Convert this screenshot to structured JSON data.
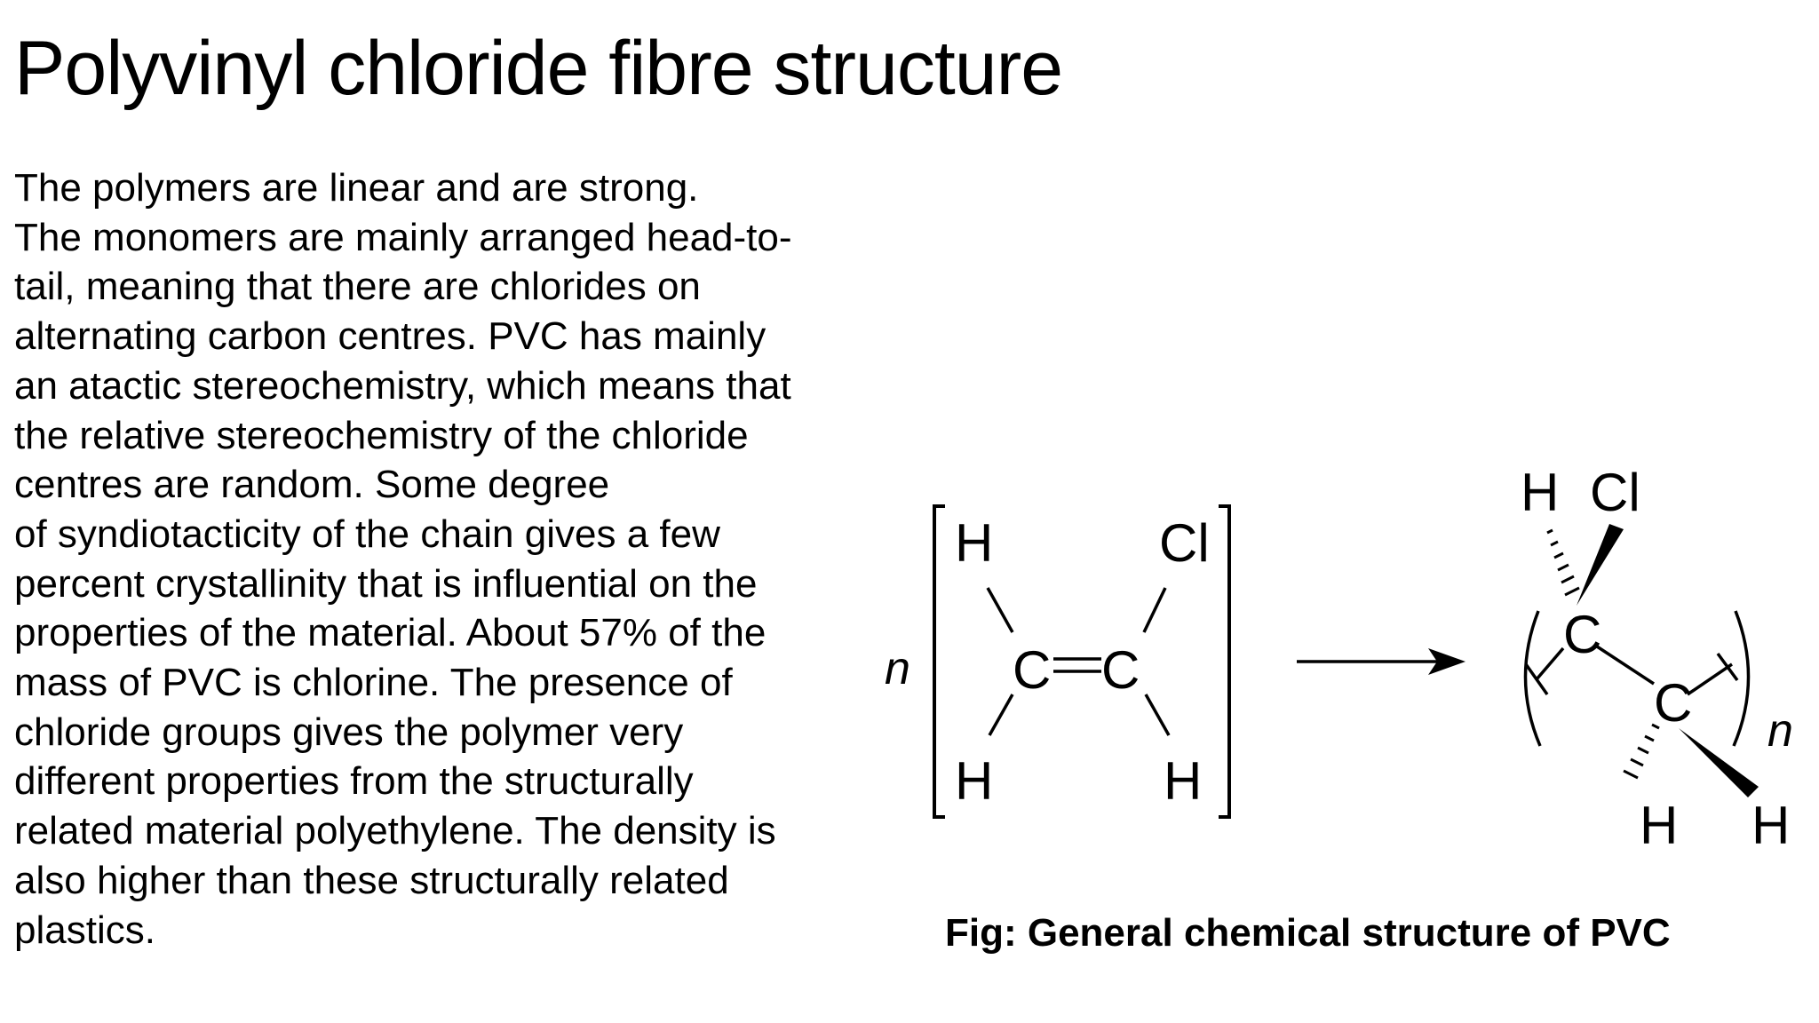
{
  "slide": {
    "title": "Polyvinyl chloride fibre structure",
    "body_lines": [
      "The polymers are linear and are strong.",
      "The monomers are mainly arranged head-to-",
      "tail, meaning that there are chlorides on",
      "alternating carbon centres. PVC has mainly",
      "an atactic stereochemistry, which means that",
      "the relative stereochemistry of the chloride",
      "centres are random. Some degree",
      "of syndiotacticity of the chain gives a few",
      "percent crystallinity that is influential on the",
      "properties of the material. About 57% of the",
      "mass of PVC is chlorine. The presence of",
      "chloride groups gives the polymer very",
      "different properties from the structurally",
      "related material polyethylene. The density is",
      "also higher than these structurally related",
      "plastics."
    ],
    "caption": "Fig: General chemical structure of PVC"
  },
  "figure": {
    "monomer": {
      "multiplier": "n",
      "top_left": "H",
      "top_right": "Cl",
      "carbon_left": "C",
      "carbon_right": "C",
      "bottom_left": "H",
      "bottom_right": "H"
    },
    "polymer": {
      "top_left": "H",
      "top_right": "Cl",
      "carbon_upper": "C",
      "carbon_lower": "C",
      "subscript": "n",
      "bottom_left": "H",
      "bottom_right": "H"
    }
  }
}
